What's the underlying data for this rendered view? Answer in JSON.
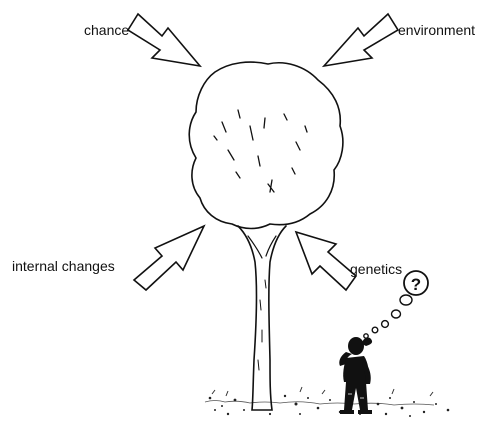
{
  "labels": {
    "chance": "chance",
    "environment": "environment",
    "internal_changes": "internal changes",
    "genetics": "genetics"
  },
  "thought_bubble": {
    "symbol": "?"
  },
  "icons": [
    "tree-icon",
    "person-icon",
    "thought-bubble-icon",
    "arrow-icon"
  ]
}
